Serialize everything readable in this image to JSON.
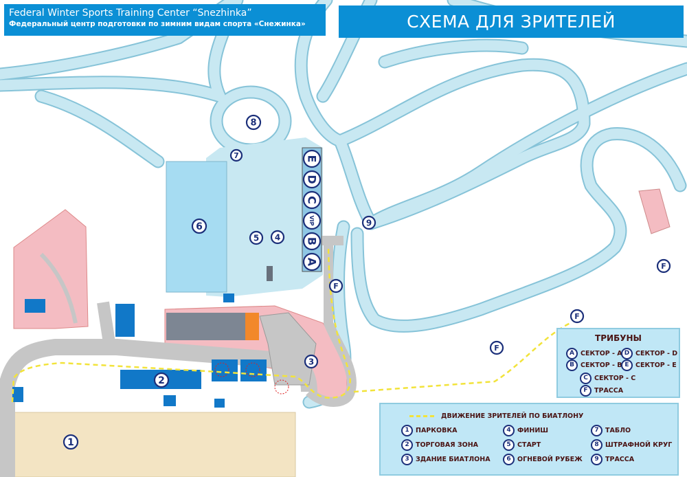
{
  "header": {
    "title_en": "Federal Winter Sports Training Center “Snezhinka”",
    "title_ru": "Федеральный центр подготовки по зимним видам спорта «Снежинка»",
    "scheme_title": "СХЕМА ДЛЯ ЗРИТЕЛЕЙ"
  },
  "colors": {
    "header": "#0b8fd5",
    "track": "#c8e8f2",
    "track_edge": "#86c3d8",
    "road": "#c8c8c8",
    "pink": "#f4bcc2",
    "parking": "#f3e4c3",
    "range": "#a6dcf2",
    "marker": "#1b2f7a",
    "path": "#f2e33a"
  },
  "map_markers": {
    "m1": "1",
    "m2": "2",
    "m3": "3",
    "m4": "4",
    "m5": "5",
    "m6": "6",
    "m7": "7",
    "m8": "8",
    "m9": "9",
    "f": "F"
  },
  "stands": [
    "E",
    "D",
    "C",
    "VIP",
    "B",
    "A"
  ],
  "tribunes": {
    "title": "ТРИБУНЫ",
    "items": [
      {
        "icon": "A",
        "label": "СЕКТОР - А"
      },
      {
        "icon": "D",
        "label": "СЕКТОР - D"
      },
      {
        "icon": "B",
        "label": "СЕКТОР - В"
      },
      {
        "icon": "E",
        "label": "СЕКТОР - Е"
      },
      {
        "icon": "C",
        "label": "СЕКТОР - С"
      },
      {
        "icon": "F",
        "label": "ТРАССА"
      }
    ]
  },
  "legend": {
    "path_label": "ДВИЖЕНИЕ ЗРИТЕЛЕЙ ПО БИАТЛОНУ",
    "items": [
      {
        "num": "1",
        "label": "ПАРКОВКА"
      },
      {
        "num": "2",
        "label": "ТОРГОВАЯ ЗОНА"
      },
      {
        "num": "3",
        "label": "ЗДАНИЕ БИАТЛОНА"
      },
      {
        "num": "4",
        "label": "ФИНИШ"
      },
      {
        "num": "5",
        "label": "СТАРТ"
      },
      {
        "num": "6",
        "label": "ОГНЕВОЙ РУБЕЖ"
      },
      {
        "num": "7",
        "label": "ТАБЛО"
      },
      {
        "num": "8",
        "label": "ШТРАФНОЙ КРУГ"
      },
      {
        "num": "9",
        "label": "ТРАССА"
      }
    ]
  }
}
